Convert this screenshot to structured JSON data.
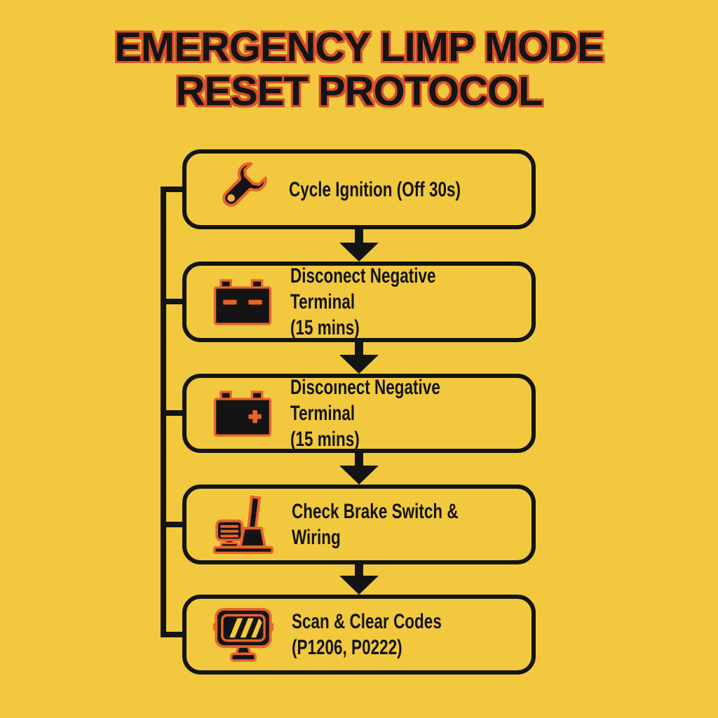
{
  "meta": {
    "kind": "flowchart-infographic",
    "background_color": "#F2C93E",
    "line_color": "#141414",
    "accent_orange": "#E8632C",
    "title_outline_color": "#D8502A"
  },
  "title": {
    "line1": "EMERGENCY LIMP MODE",
    "line2": "RESET PROTOCOL"
  },
  "steps": [
    {
      "icon": "wrench-icon",
      "label": "Cycle Ignition (Off 30s)"
    },
    {
      "icon": "battery-negative-icon",
      "label": "Disconect Negative Terminal\n(15 mins)"
    },
    {
      "icon": "battery-positive-icon",
      "label": "Discoınect Negative Terminal\n(15 mins)"
    },
    {
      "icon": "brake-pedal-icon",
      "label": "Check Brake Switch & Wiring"
    },
    {
      "icon": "scan-tool-icon",
      "label": "Scan & Clear Codes\n(P1206, P0222)"
    }
  ],
  "flow": {
    "direction": "top-to-bottom",
    "connector": "left-bracket-joining-all-steps"
  }
}
